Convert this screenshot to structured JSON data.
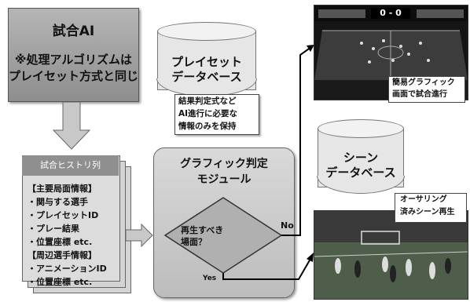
{
  "match_ai": {
    "title": "試合AI",
    "note_line1": "※処理アルゴリズムは",
    "note_line2": "プレイセット方式と同じ"
  },
  "playset_db": {
    "line1": "プレイセット",
    "line2": "データベース",
    "note_line1": "結果判定式など",
    "note_line2": "AI進行に必要な",
    "note_line3": "情報のみを保持"
  },
  "history": {
    "title": "試合ヒストリ列",
    "lines": [
      "【主要局面情報】",
      "・関与する選手",
      "・プレイセットID",
      "・プレー結果",
      "・位置座標 etc.",
      "【周辺選手情報】",
      "・アニメーションID",
      "・位置座標 etc."
    ]
  },
  "graphic_module": {
    "line1": "グラフィック判定",
    "line2": "モジュール",
    "decision_line1": "再生すべき",
    "decision_line2": "場面？",
    "no_label": "No",
    "yes_label": "Yes"
  },
  "scene_db": {
    "line1": "シーン",
    "line2": "データベース"
  },
  "screenshot_top": {
    "score": "0 - 0",
    "caption_line1": "簡易グラフィック",
    "caption_line2": "画面で試合進行"
  },
  "screenshot_bottom": {
    "caption_line1": "オーサリング",
    "caption_line2": "済みシーン再生"
  },
  "colors": {
    "box_gray": "#9e9e9e",
    "arrow_gray": "#c8c8c8",
    "line": "#000000"
  }
}
